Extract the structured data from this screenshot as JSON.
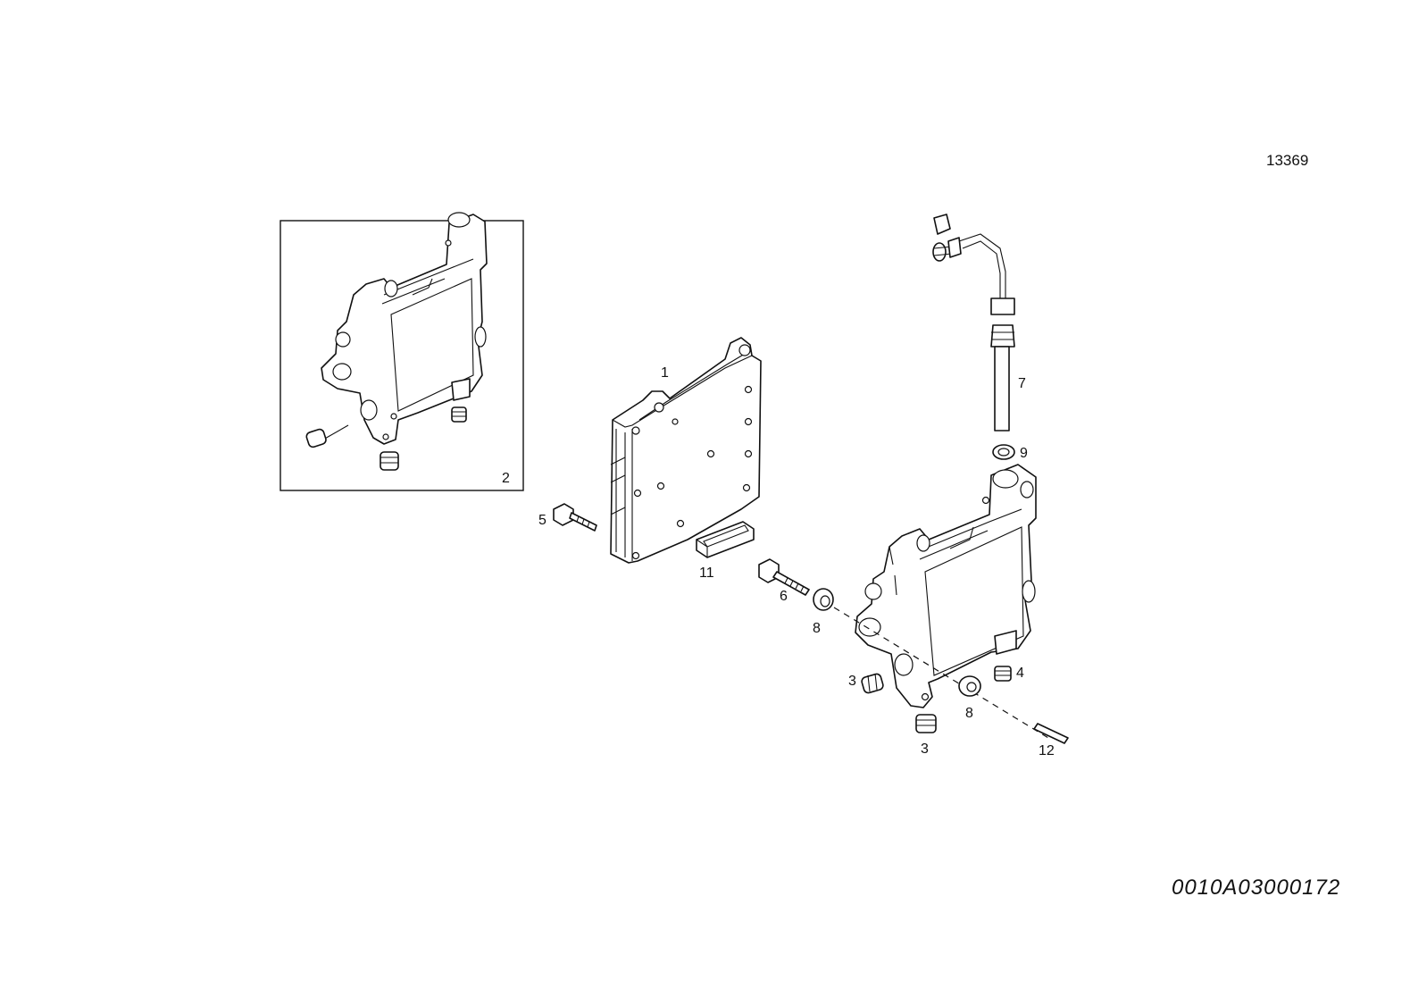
{
  "drawing_number": "13369",
  "document_code": "0010A03000172",
  "callouts": {
    "p1": "1",
    "p2": "2",
    "p3a": "3",
    "p3b": "3",
    "p4": "4",
    "p5": "5",
    "p6": "6",
    "p7": "7",
    "p8a": "8",
    "p8b": "8",
    "p9": "9",
    "p11": "11",
    "p12": "12"
  }
}
